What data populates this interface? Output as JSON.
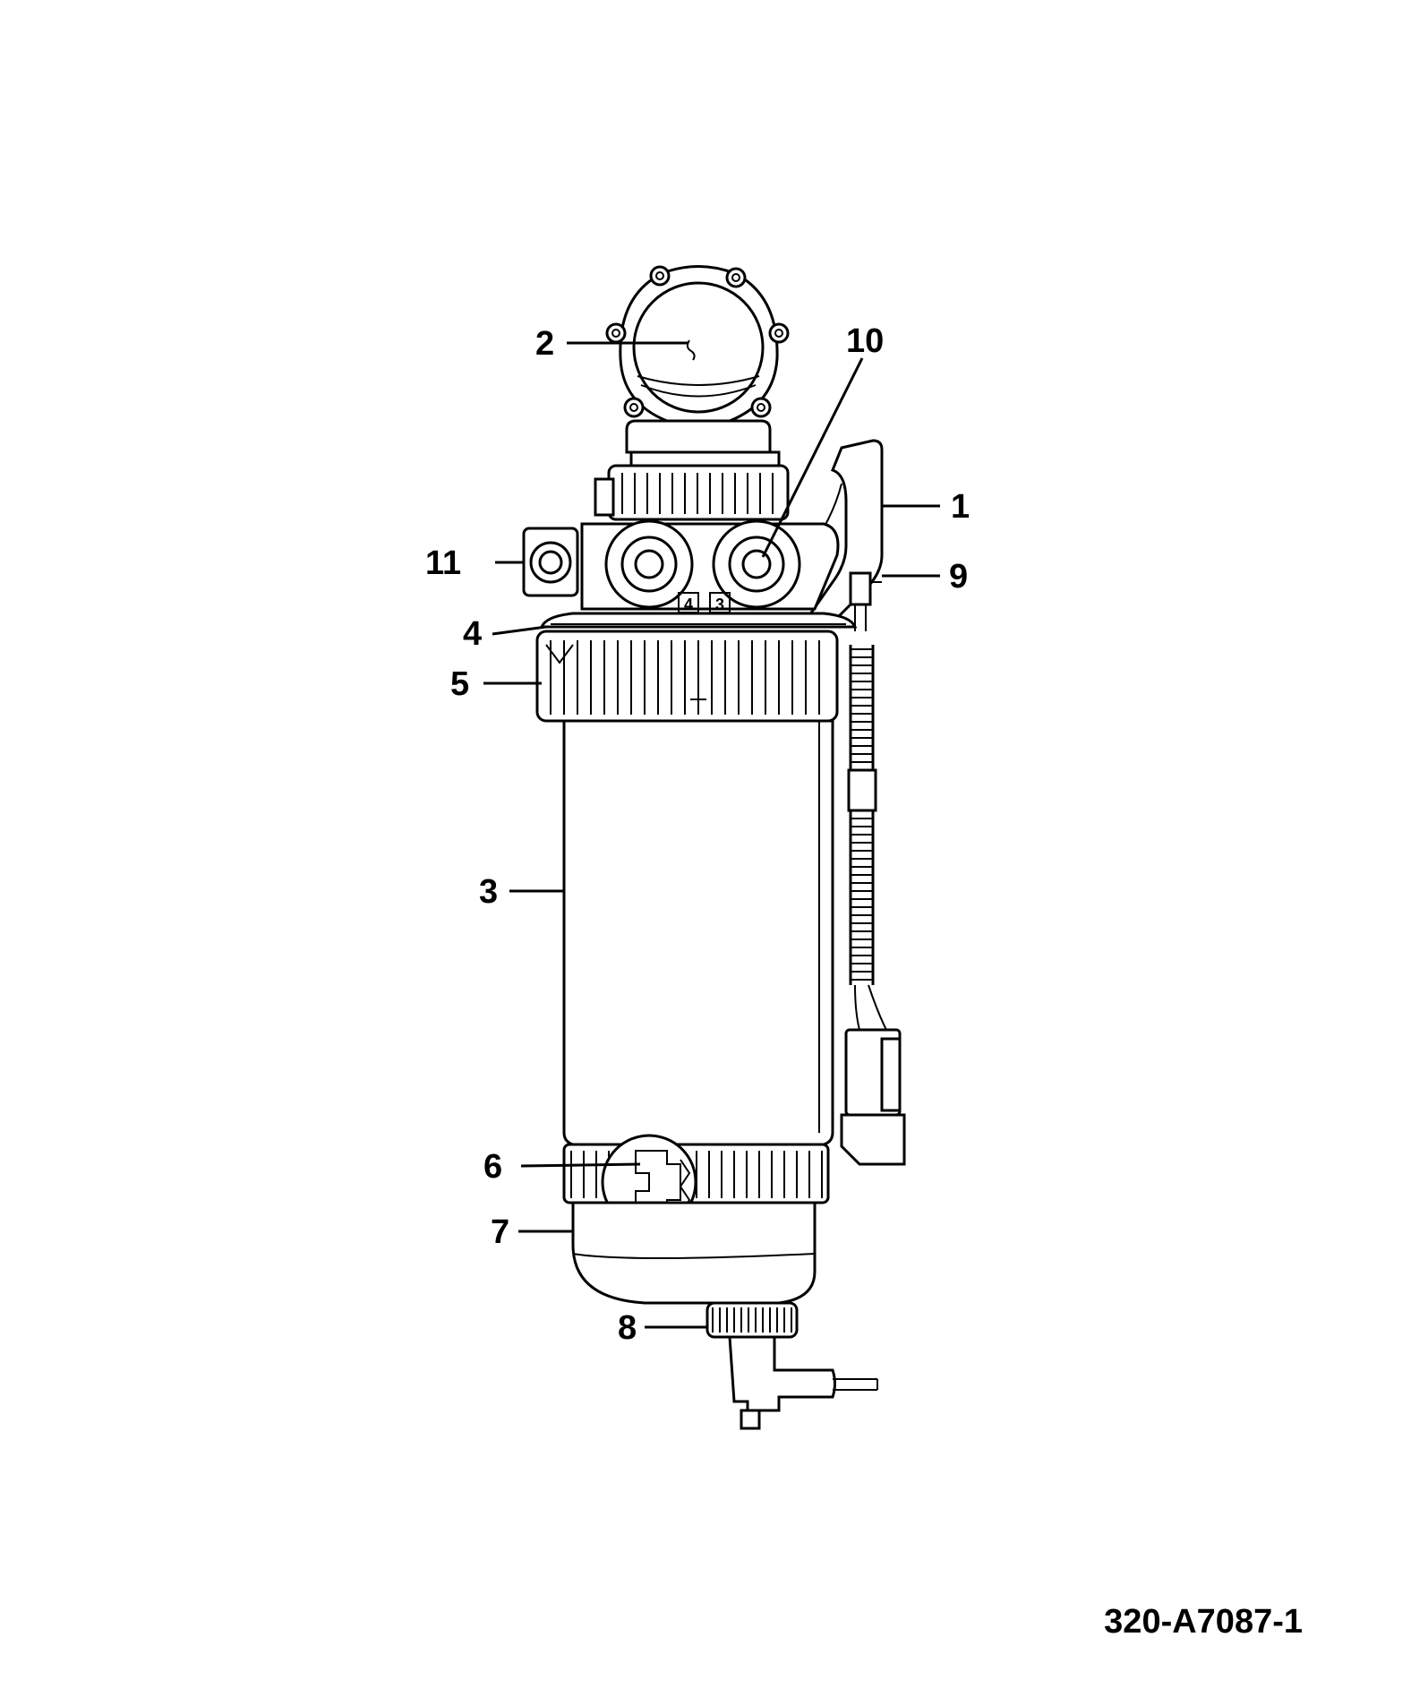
{
  "figure_code": "320-A7087-1",
  "callouts": {
    "c1": "1",
    "c2": "2",
    "c3": "3",
    "c4": "4",
    "c5": "5",
    "c6": "6",
    "c7": "7",
    "c8": "8",
    "c9": "9",
    "c10": "10",
    "c11": "11"
  },
  "port_marks": {
    "port_a": "4",
    "port_b": "3"
  }
}
